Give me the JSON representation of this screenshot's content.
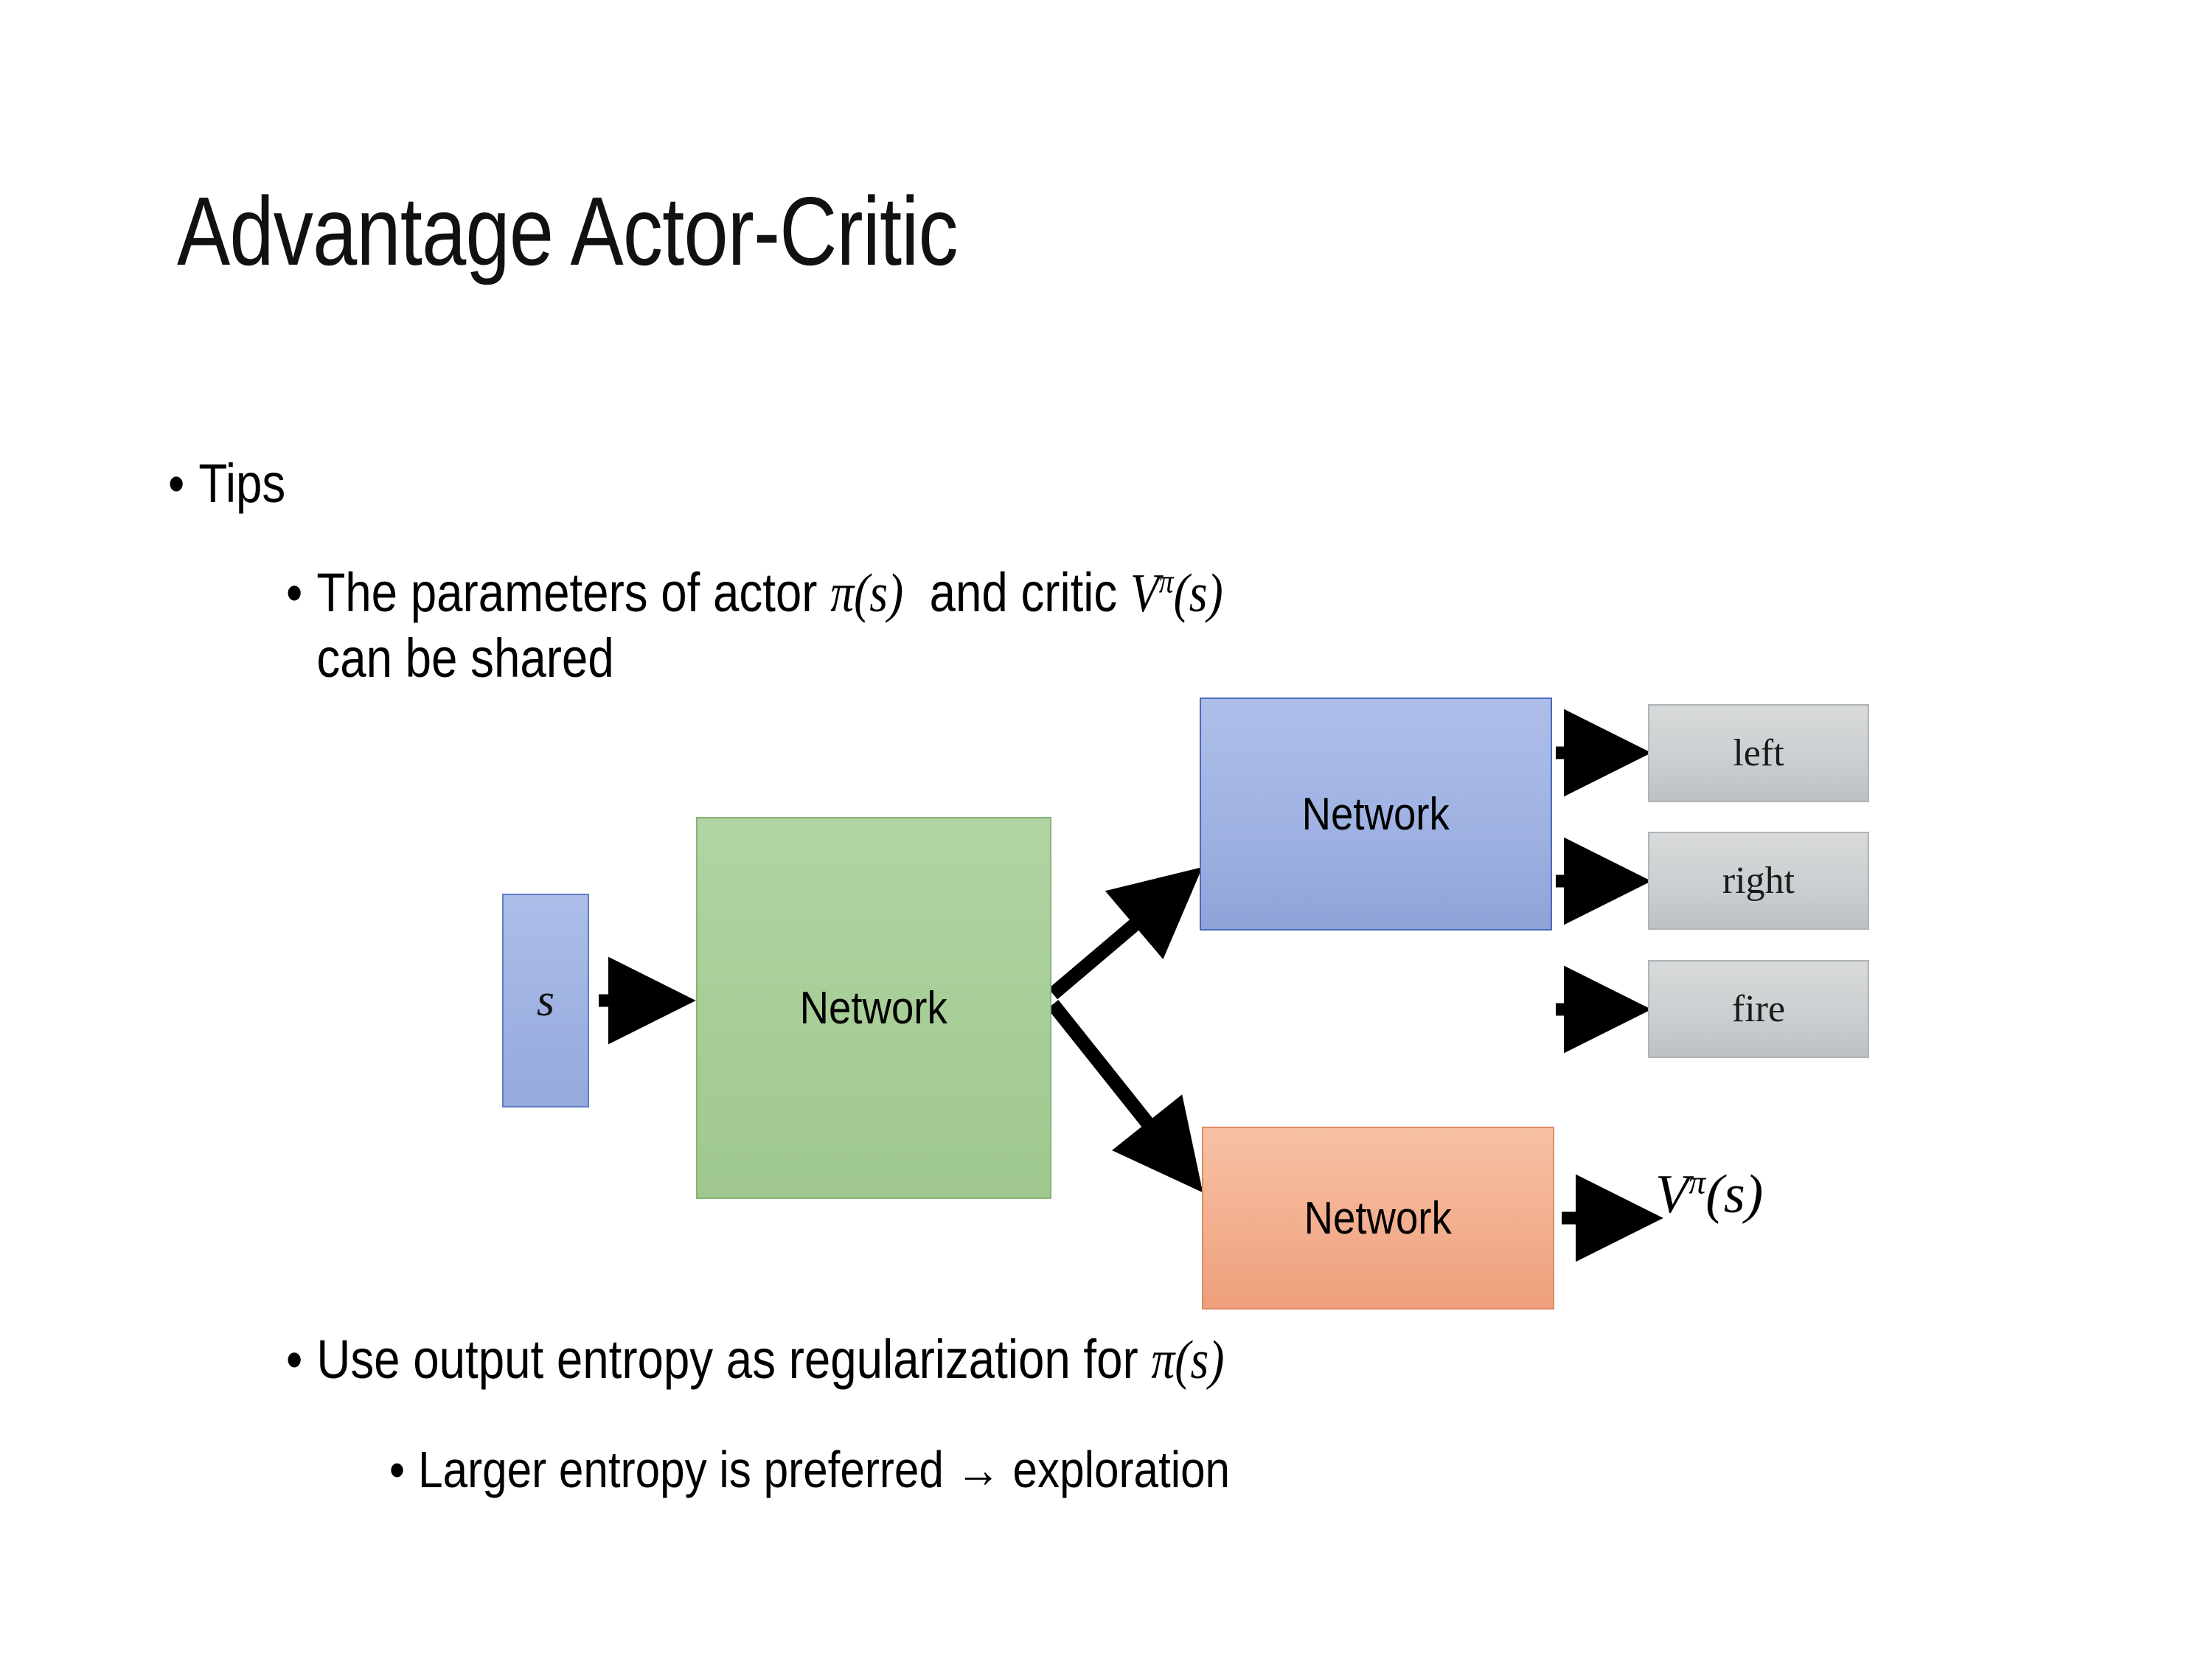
{
  "slide": {
    "title": "Advantage Actor-Critic",
    "background": "#ffffff"
  },
  "bullets": {
    "tips": {
      "marker": "•",
      "text": "Tips"
    },
    "parameters": {
      "marker": "•",
      "line1_part1": "The parameters of actor ",
      "math_actor": "π(s)",
      "line1_part2": "  and critic ",
      "math_critic_base": "V",
      "math_critic_sup": "π",
      "math_critic_arg": "(s)",
      "line2": "can be shared"
    },
    "entropy": {
      "marker": "•",
      "text_part1": "Use output entropy as regularization for ",
      "math": "π(s)"
    },
    "larger_entropy": {
      "marker": "•",
      "text": "Larger entropy is preferred → exploration"
    }
  },
  "diagram": {
    "input_node": {
      "label": "s",
      "fill": "#9fb2e2",
      "border": "#5f7fc4"
    },
    "shared_node": {
      "label": "Network",
      "fill": "#a6cd96",
      "border": "#86b574"
    },
    "actor_node": {
      "label": "Network",
      "fill": "#9fb2e2",
      "border": "#4a6cb8"
    },
    "critic_node": {
      "label": "Network",
      "fill": "#f2ad8c",
      "border": "#e08a62"
    },
    "action_outputs": [
      {
        "label": "left",
        "fill": "#cccfd1",
        "border": "#b0b4b6"
      },
      {
        "label": "right",
        "fill": "#cccfd1",
        "border": "#b0b4b6"
      },
      {
        "label": "fire",
        "fill": "#cccfd1",
        "border": "#b0b4b6"
      }
    ],
    "critic_output": {
      "base": "V",
      "superscript": "π",
      "argument": "(s)"
    },
    "arrow_color": "#000000"
  }
}
